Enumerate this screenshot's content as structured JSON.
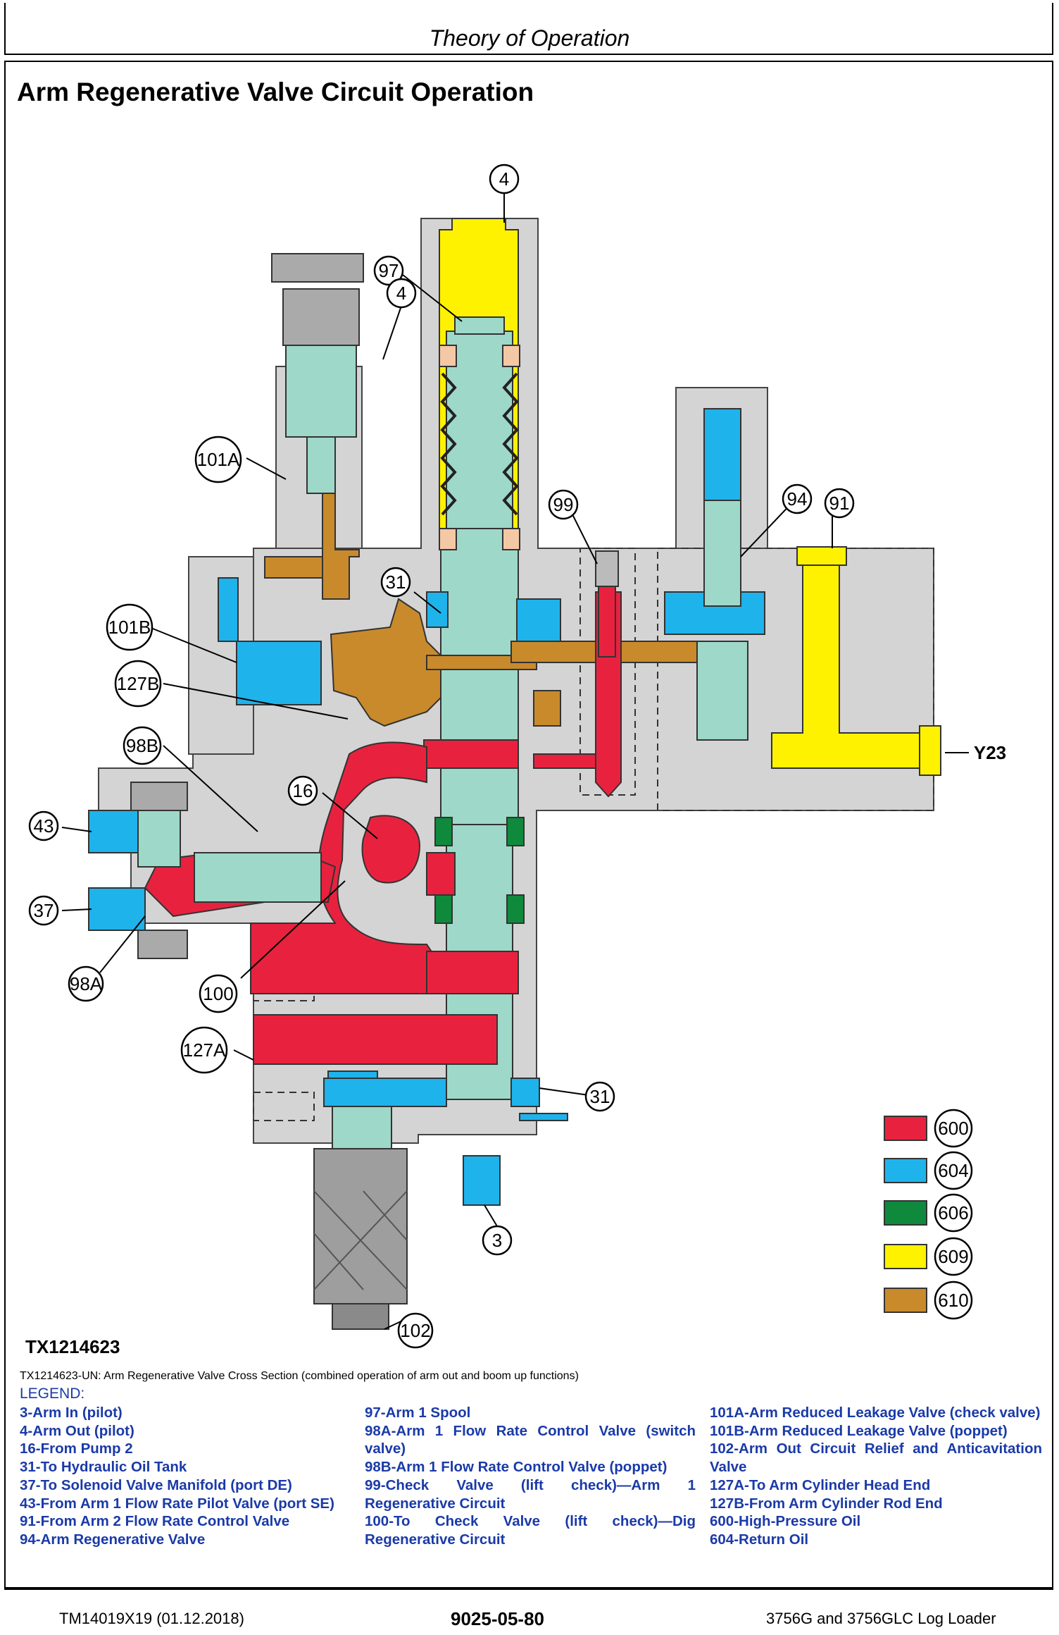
{
  "header": {
    "title": "Theory of Operation"
  },
  "section_title": "Arm Regenerative Valve Circuit Operation",
  "callouts": [
    "4",
    "97",
    "4",
    "101A",
    "99",
    "94",
    "91",
    "31",
    "101B",
    "127B",
    "98B",
    "16",
    "43",
    "37",
    "98A",
    "100",
    "127A",
    "31",
    "3",
    "102",
    "Y23"
  ],
  "color_key": [
    {
      "code": "600",
      "color": "#e8223e"
    },
    {
      "code": "604",
      "color": "#1fb3ec"
    },
    {
      "code": "606",
      "color": "#0f8a3c"
    },
    {
      "code": "609",
      "color": "#fff200"
    },
    {
      "code": "610",
      "color": "#c98a2c"
    }
  ],
  "figure_id": "TX1214623",
  "caption": "TX1214623-UN: Arm Regenerative Valve Cross Section (combined operation of arm out and boom up functions)",
  "legend_heading": "LEGEND:",
  "legend": {
    "col1": [
      "3-Arm In (pilot)",
      "4-Arm Out (pilot)",
      "16-From Pump 2",
      "31-To Hydraulic Oil Tank",
      "37-To Solenoid Valve Manifold (port DE)",
      "43-From Arm 1 Flow Rate Pilot Valve (port SE)",
      "91-From Arm 2 Flow Rate Control Valve",
      "94-Arm Regenerative Valve"
    ],
    "col2": [
      "97-Arm 1 Spool",
      "98A-Arm 1 Flow Rate Control Valve (switch valve)",
      "98B-Arm 1 Flow Rate Control Valve (poppet)",
      "99-Check Valve (lift check)—Arm 1 Regenerative Circuit",
      "100-To Check Valve (lift check)—Dig Regenerative Circuit"
    ],
    "col3": [
      "101A-Arm Reduced Leakage Valve (check valve)",
      "101B-Arm Reduced Leakage Valve (poppet)",
      "102-Arm Out Circuit Relief and Anticavitation Valve",
      "127A-To Arm Cylinder Head End",
      "127B-From Arm Cylinder Rod End",
      "600-High-Pressure Oil",
      "604-Return Oil"
    ]
  },
  "footer": {
    "left": "TM14019X19 (01.12.2018)",
    "center": "9025-05-80",
    "right": "3756G and 3756GLC Log Loader"
  }
}
